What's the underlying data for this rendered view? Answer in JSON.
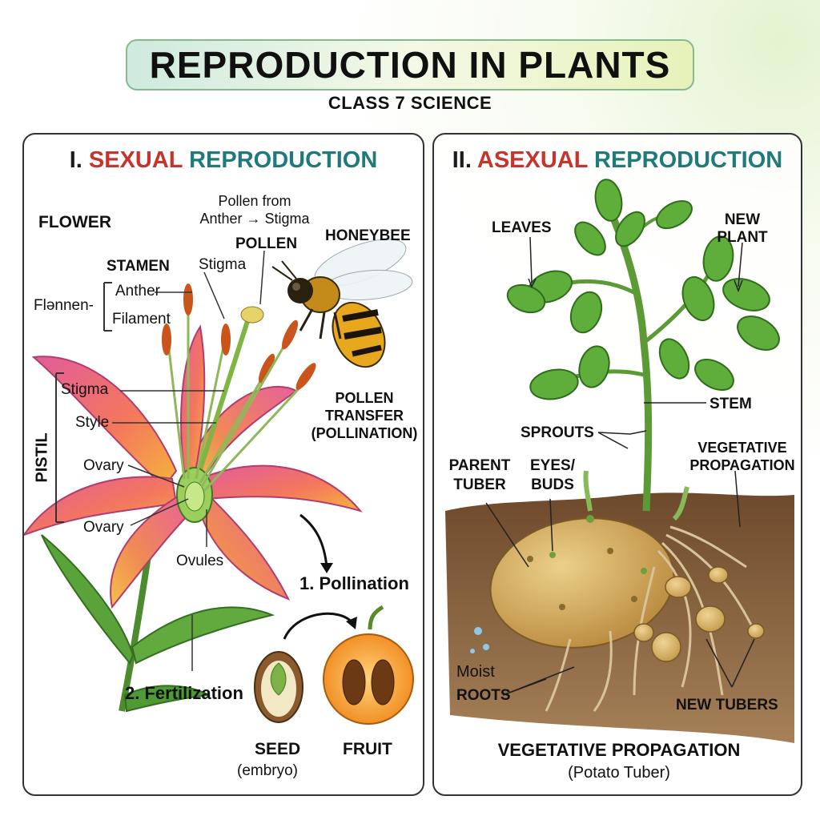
{
  "header": {
    "title": "REPRODUCTION IN PLANTS",
    "subtitle": "CLASS 7  SCIENCE"
  },
  "sexual": {
    "heading_num": "I.",
    "heading_word1": "SEXUAL",
    "heading_word2": "REPRODUCTION",
    "flower": "FLOWER",
    "pollen_from_1": "Pollen from",
    "pollen_from_2": "Anther → Stigma",
    "pollen": "POLLEN",
    "honeybee": "HONEYBEE",
    "stamen": "STAMEN",
    "stigma_top": "Stigma",
    "anther": "Anther",
    "filamen": "Flənnen-",
    "filament": "Filament",
    "stigma": "Stigma",
    "style": "Style",
    "pistil": "PISTIL",
    "ovary_1": "Ovary",
    "ovary_2": "Ovary",
    "ovules": "Ovules",
    "pollen_transfer_1": "POLLEN",
    "pollen_transfer_2": "TRANSFER",
    "pollen_transfer_3": "(POLLINATION)",
    "step1": "1. Pollination",
    "step2": "2. Fertilization",
    "seed": "SEED",
    "seed_sub": "(embryo)",
    "fruit": "FRUIT"
  },
  "asexual": {
    "heading_num": "II.",
    "heading_word1": "ASEXUAL",
    "heading_word2": "REPRODUCTION",
    "leaves": "LEAVES",
    "new_plant_1": "NEW",
    "new_plant_2": "PLANT",
    "stem": "STEM",
    "sprouts": "SPROUTS",
    "veg_prop_1": "VEGETATIVE",
    "veg_prop_2": "PROPAGATION",
    "parent_1": "PARENT",
    "parent_2": "TUBER",
    "eyes_1": "EYES/",
    "eyes_2": "BUDS",
    "moist": "Moist",
    "roots": "ROOTS",
    "new_tubers": "NEW TUBERS",
    "caption": "VEGETATIVE PROPAGATION",
    "caption_sub": "(Potato Tuber)"
  },
  "colors": {
    "heading_red": "#c7342d",
    "heading_teal": "#1f7b79",
    "petal_pink": "#e8609a",
    "leaf_green": "#4f9a35",
    "soil_brown": "#7a5334",
    "tuber_tan": "#d6ad62"
  }
}
